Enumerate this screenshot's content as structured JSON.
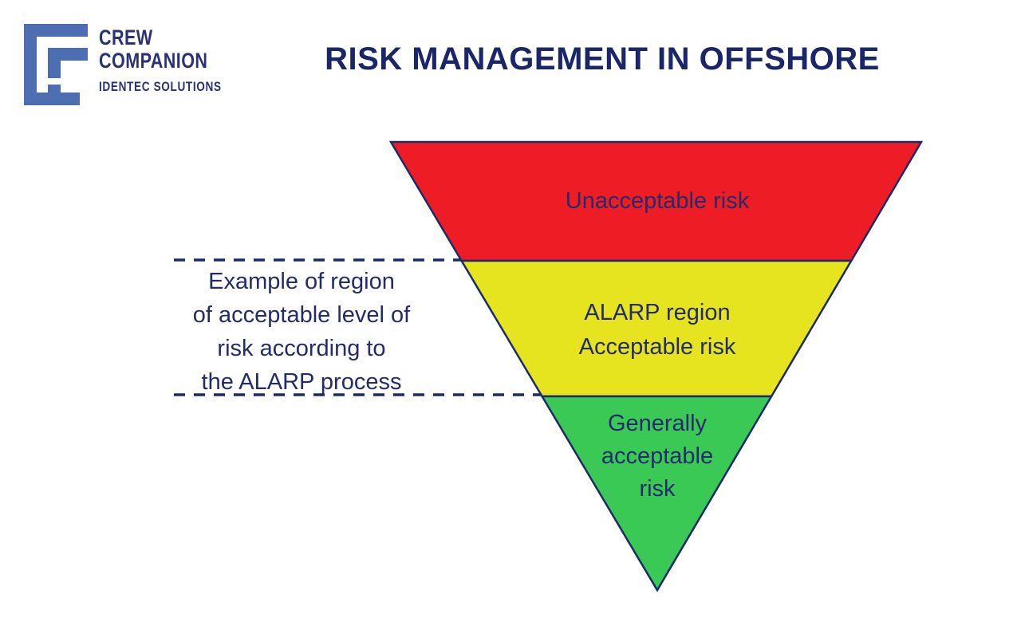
{
  "logo": {
    "mark_color": "#4d6fb2",
    "text_color": "#2b3274",
    "name_line1": "CREW",
    "name_line2": "COMPANION",
    "subtitle": "IDENTEC SOLUTIONS"
  },
  "header": {
    "title": "RISK MANAGEMENT IN OFFSHORE",
    "title_color": "#1b2668"
  },
  "annotation": {
    "text_color": "#232c6a",
    "lines": [
      "Example of region",
      "of acceptable level of",
      "risk according to",
      "the ALARP process"
    ]
  },
  "funnel": {
    "outline_color": "#1b2a6b",
    "label_color": "#232c6a",
    "levels": [
      {
        "name": "unacceptable-risk",
        "color": "#ee1d25",
        "lines": [
          "Unacceptable risk"
        ]
      },
      {
        "name": "alarp-region",
        "color": "#e6e41e",
        "lines": [
          "ALARP region",
          "Acceptable risk"
        ]
      },
      {
        "name": "generally-acceptable-risk",
        "color": "#3bc956",
        "lines": [
          "Generally",
          "acceptable",
          "risk"
        ]
      }
    ]
  }
}
